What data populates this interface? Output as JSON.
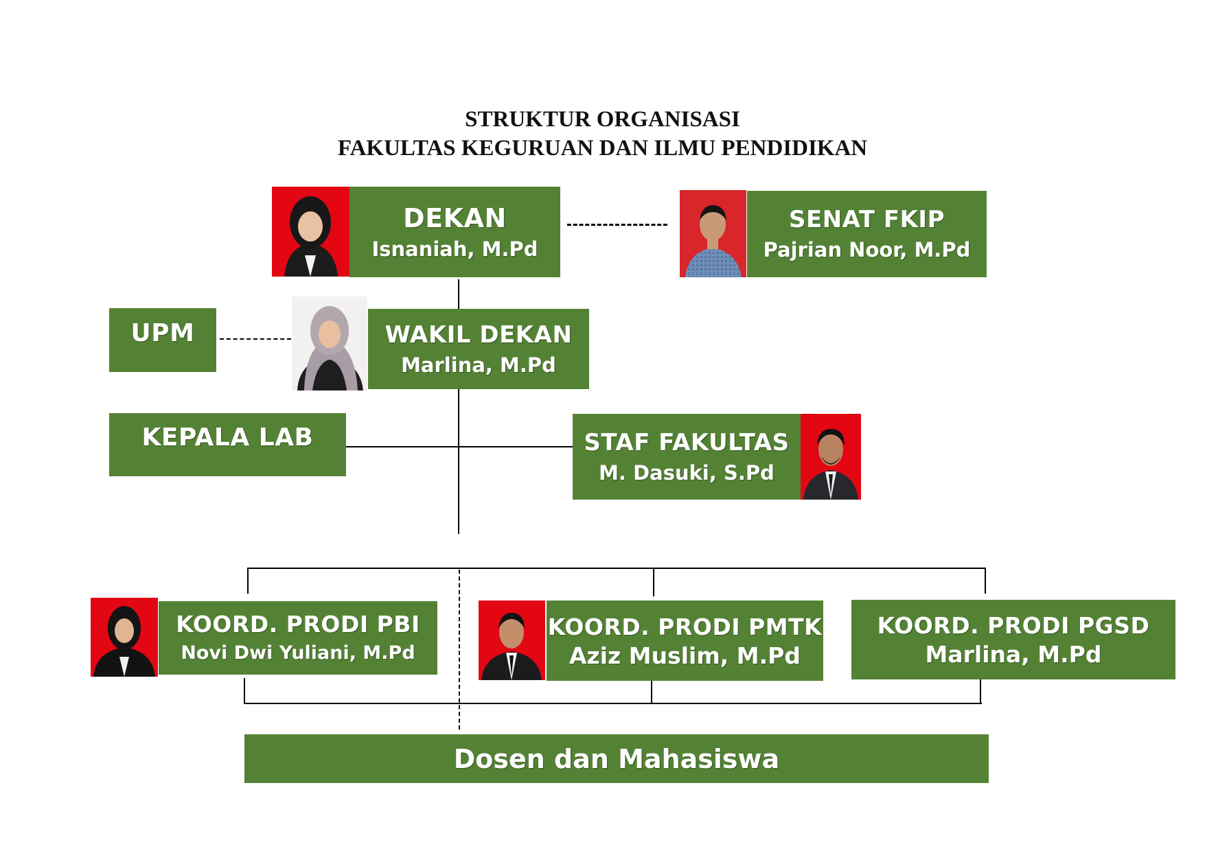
{
  "title": {
    "line1": "STRUKTUR ORGANISASI",
    "line2": "FAKULTAS KEGURUAN DAN ILMU PENDIDIKAN"
  },
  "colors": {
    "box_green": "#548235",
    "photo_red_bg": "#e30613",
    "text_white": "#ffffff",
    "connector_black": "#000000"
  },
  "dekan": {
    "role": "DEKAN",
    "name": "Isnaniah, M.Pd"
  },
  "senat": {
    "role": "SENAT FKIP",
    "name": "Pajrian Noor, M.Pd"
  },
  "upm": {
    "role": "UPM"
  },
  "wakil_dekan": {
    "role": "WAKIL DEKAN",
    "name": "Marlina, M.Pd"
  },
  "kepala_lab": {
    "role": "KEPALA LAB"
  },
  "staf_fakultas": {
    "role": "STAF FAKULTAS",
    "name": "M. Dasuki, S.Pd"
  },
  "koord_pbi": {
    "role": "KOORD. PRODI PBI",
    "name": "Novi Dwi Yuliani, M.Pd"
  },
  "koord_pmtk": {
    "role": "KOORD. PRODI PMTK",
    "name": "Aziz Muslim, M.Pd"
  },
  "koord_pgsd": {
    "role": "KOORD. PRODI PGSD",
    "name": "Marlina, M.Pd"
  },
  "dosen": {
    "label": "Dosen dan Mahasiswa"
  },
  "photos": {
    "dekan": "portrait-photo-woman-hijab-red-background",
    "senat": "portrait-photo-man-checked-shirt-red-background",
    "wakil_dekan": "portrait-photo-woman-hijab-white-background",
    "staf_fakultas": "portrait-photo-man-suit-red-background",
    "koord_pbi": "portrait-photo-woman-hijab-red-background",
    "koord_pmtk": "portrait-photo-man-suit-red-background"
  }
}
